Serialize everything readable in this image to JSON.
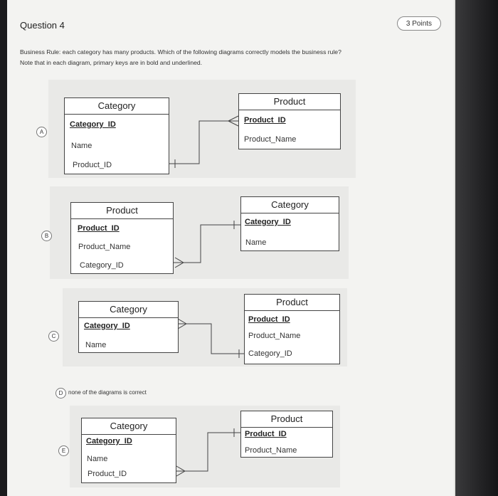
{
  "question": {
    "title": "Question 4",
    "points": "3 Points",
    "text_line1": "Business Rule: each category has many products. Which of the following diagrams correctly models the business rule?",
    "text_line2": "Note that in each diagram, primary keys are in bold and underlined."
  },
  "options": {
    "A": {
      "letter": "A",
      "left_entity": {
        "title": "Category",
        "pk": "Category_ID",
        "attrs": [
          "Name",
          "Product_ID"
        ]
      },
      "right_entity": {
        "title": "Product",
        "pk": "Product_ID",
        "attrs": [
          "Product_Name"
        ]
      }
    },
    "B": {
      "letter": "B",
      "left_entity": {
        "title": "Product",
        "pk": "Product_ID",
        "attrs": [
          "Product_Name",
          "Category_ID"
        ]
      },
      "right_entity": {
        "title": "Category",
        "pk": "Category_ID",
        "attrs": [
          "Name"
        ]
      }
    },
    "C": {
      "letter": "C",
      "left_entity": {
        "title": "Category",
        "pk": "Category_ID",
        "attrs": [
          "Name"
        ]
      },
      "right_entity": {
        "title": "Product",
        "pk": "Product_ID",
        "attrs": [
          "Product_Name",
          "Category_ID"
        ]
      }
    },
    "D": {
      "letter": "D",
      "text": "none of the diagrams is correct"
    },
    "E": {
      "letter": "E",
      "left_entity": {
        "title": "Category",
        "pk": "Category_ID",
        "attrs": [
          "Name",
          "Product_ID"
        ]
      },
      "right_entity": {
        "title": "Product",
        "pk": "Product_ID",
        "attrs": [
          "Product_Name"
        ]
      }
    }
  },
  "colors": {
    "page_bg": "#f3f3f1",
    "panel_bg": "#e9e9e7",
    "border": "#444444",
    "bezel": "#1b1b1d"
  }
}
